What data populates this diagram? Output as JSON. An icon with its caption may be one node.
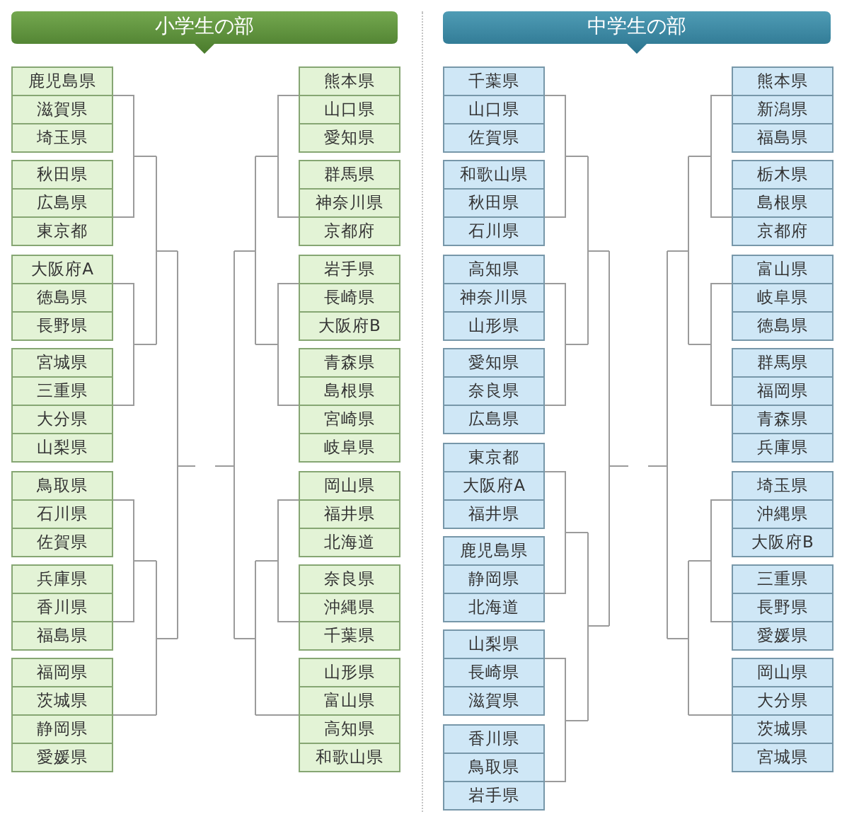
{
  "diagram": {
    "nodes": [
      {
        "text": [
          "小学生の部"
        ]
      },
      {
        "text": [
          "鹿児島県"
        ]
      },
      {
        "text": [
          "滋賀県"
        ]
      },
      {
        "text": [
          "埼玉県"
        ]
      },
      {
        "text": [
          "秋田県"
        ]
      },
      {
        "text": [
          "広島県"
        ]
      },
      {
        "text": [
          "東京都"
        ]
      },
      {
        "text": [
          "大阪府A"
        ]
      },
      {
        "text": [
          "徳島県"
        ]
      },
      {
        "text": [
          "長野県"
        ]
      },
      {
        "text": [
          "宮城県"
        ]
      },
      {
        "text": [
          "三重県"
        ]
      },
      {
        "text": [
          "大分県"
        ]
      },
      {
        "text": [
          "山梨県"
        ]
      },
      {
        "text": [
          "鳥取県"
        ]
      },
      {
        "text": [
          "石川県"
        ]
      },
      {
        "text": [
          "佐賀県"
        ]
      },
      {
        "text": [
          "兵庫県"
        ]
      },
      {
        "text": [
          "香川県"
        ]
      },
      {
        "text": [
          "福島県"
        ]
      },
      {
        "text": [
          "福岡県"
        ]
      },
      {
        "text": [
          "茨城県"
        ]
      },
      {
        "text": [
          "静岡県"
        ]
      },
      {
        "text": [
          "愛媛県"
        ]
      },
      {
        "text": [
          "熊本県"
        ]
      },
      {
        "text": [
          "山口県"
        ]
      },
      {
        "text": [
          "愛知県"
        ]
      },
      {
        "text": [
          "群馬県"
        ]
      },
      {
        "text": [
          "神奈川県"
        ]
      },
      {
        "text": [
          "京都府"
        ]
      },
      {
        "text": [
          "岩手県"
        ]
      },
      {
        "text": [
          "長崎県"
        ]
      },
      {
        "text": [
          "大阪府B"
        ]
      },
      {
        "text": [
          "青森県"
        ]
      },
      {
        "text": [
          "島根県"
        ]
      },
      {
        "text": [
          "宮崎県"
        ]
      },
      {
        "text": [
          "岐阜県"
        ]
      },
      {
        "text": [
          "岡山県"
        ]
      },
      {
        "text": [
          "福井県"
        ]
      },
      {
        "text": [
          "北海道"
        ]
      },
      {
        "text": [
          "奈良県"
        ]
      },
      {
        "text": [
          "沖縄県"
        ]
      },
      {
        "text": [
          "千葉県"
        ]
      },
      {
        "text": [
          "山形県"
        ]
      },
      {
        "text": [
          "富山県"
        ]
      },
      {
        "text": [
          "高知県"
        ]
      },
      {
        "text": [
          "和歌山県"
        ]
      },
      {
        "text": [
          "中学生の部"
        ]
      },
      {
        "text": [
          "千葉県"
        ]
      },
      {
        "text": [
          "山口県"
        ]
      },
      {
        "text": [
          "佐賀県"
        ]
      },
      {
        "text": [
          "和歌山県"
        ]
      },
      {
        "text": [
          "秋田県"
        ]
      },
      {
        "text": [
          "石川県"
        ]
      },
      {
        "text": [
          "高知県"
        ]
      },
      {
        "text": [
          "神奈川県"
        ]
      },
      {
        "text": [
          "山形県"
        ]
      },
      {
        "text": [
          "愛知県"
        ]
      },
      {
        "text": [
          "奈良県"
        ]
      },
      {
        "text": [
          "広島県"
        ]
      },
      {
        "text": [
          "東京都"
        ]
      },
      {
        "text": [
          "大阪府A"
        ]
      },
      {
        "text": [
          "福井県"
        ]
      },
      {
        "text": [
          "鹿児島県"
        ]
      },
      {
        "text": [
          "静岡県"
        ]
      },
      {
        "text": [
          "北海道"
        ]
      },
      {
        "text": [
          "山梨県"
        ]
      },
      {
        "text": [
          "長崎県"
        ]
      },
      {
        "text": [
          "滋賀県"
        ]
      },
      {
        "text": [
          "香川県"
        ]
      },
      {
        "text": [
          "鳥取県"
        ]
      },
      {
        "text": [
          "岩手県"
        ]
      },
      {
        "text": [
          "熊本県"
        ]
      },
      {
        "text": [
          "新潟県"
        ]
      },
      {
        "text": [
          "福島県"
        ]
      },
      {
        "text": [
          "栃木県"
        ]
      },
      {
        "text": [
          "島根県"
        ]
      },
      {
        "text": [
          "京都府"
        ]
      },
      {
        "text": [
          "富山県"
        ]
      },
      {
        "text": [
          "岐阜県"
        ]
      },
      {
        "text": [
          "徳島県"
        ]
      },
      {
        "text": [
          "群馬県"
        ]
      },
      {
        "text": [
          "福岡県"
        ]
      },
      {
        "text": [
          "青森県"
        ]
      },
      {
        "text": [
          "兵庫県"
        ]
      },
      {
        "text": [
          "埼玉県"
        ]
      },
      {
        "text": [
          "沖縄県"
        ]
      },
      {
        "text": [
          "大阪府B"
        ]
      },
      {
        "text": [
          "三重県"
        ]
      },
      {
        "text": [
          "長野県"
        ]
      },
      {
        "text": [
          "愛媛県"
        ]
      },
      {
        "text": [
          "岡山県"
        ]
      },
      {
        "text": [
          "大分県"
        ]
      },
      {
        "text": [
          "茨城県"
        ]
      },
      {
        "text": [
          "宮城県"
        ]
      }
    ]
  }
}
